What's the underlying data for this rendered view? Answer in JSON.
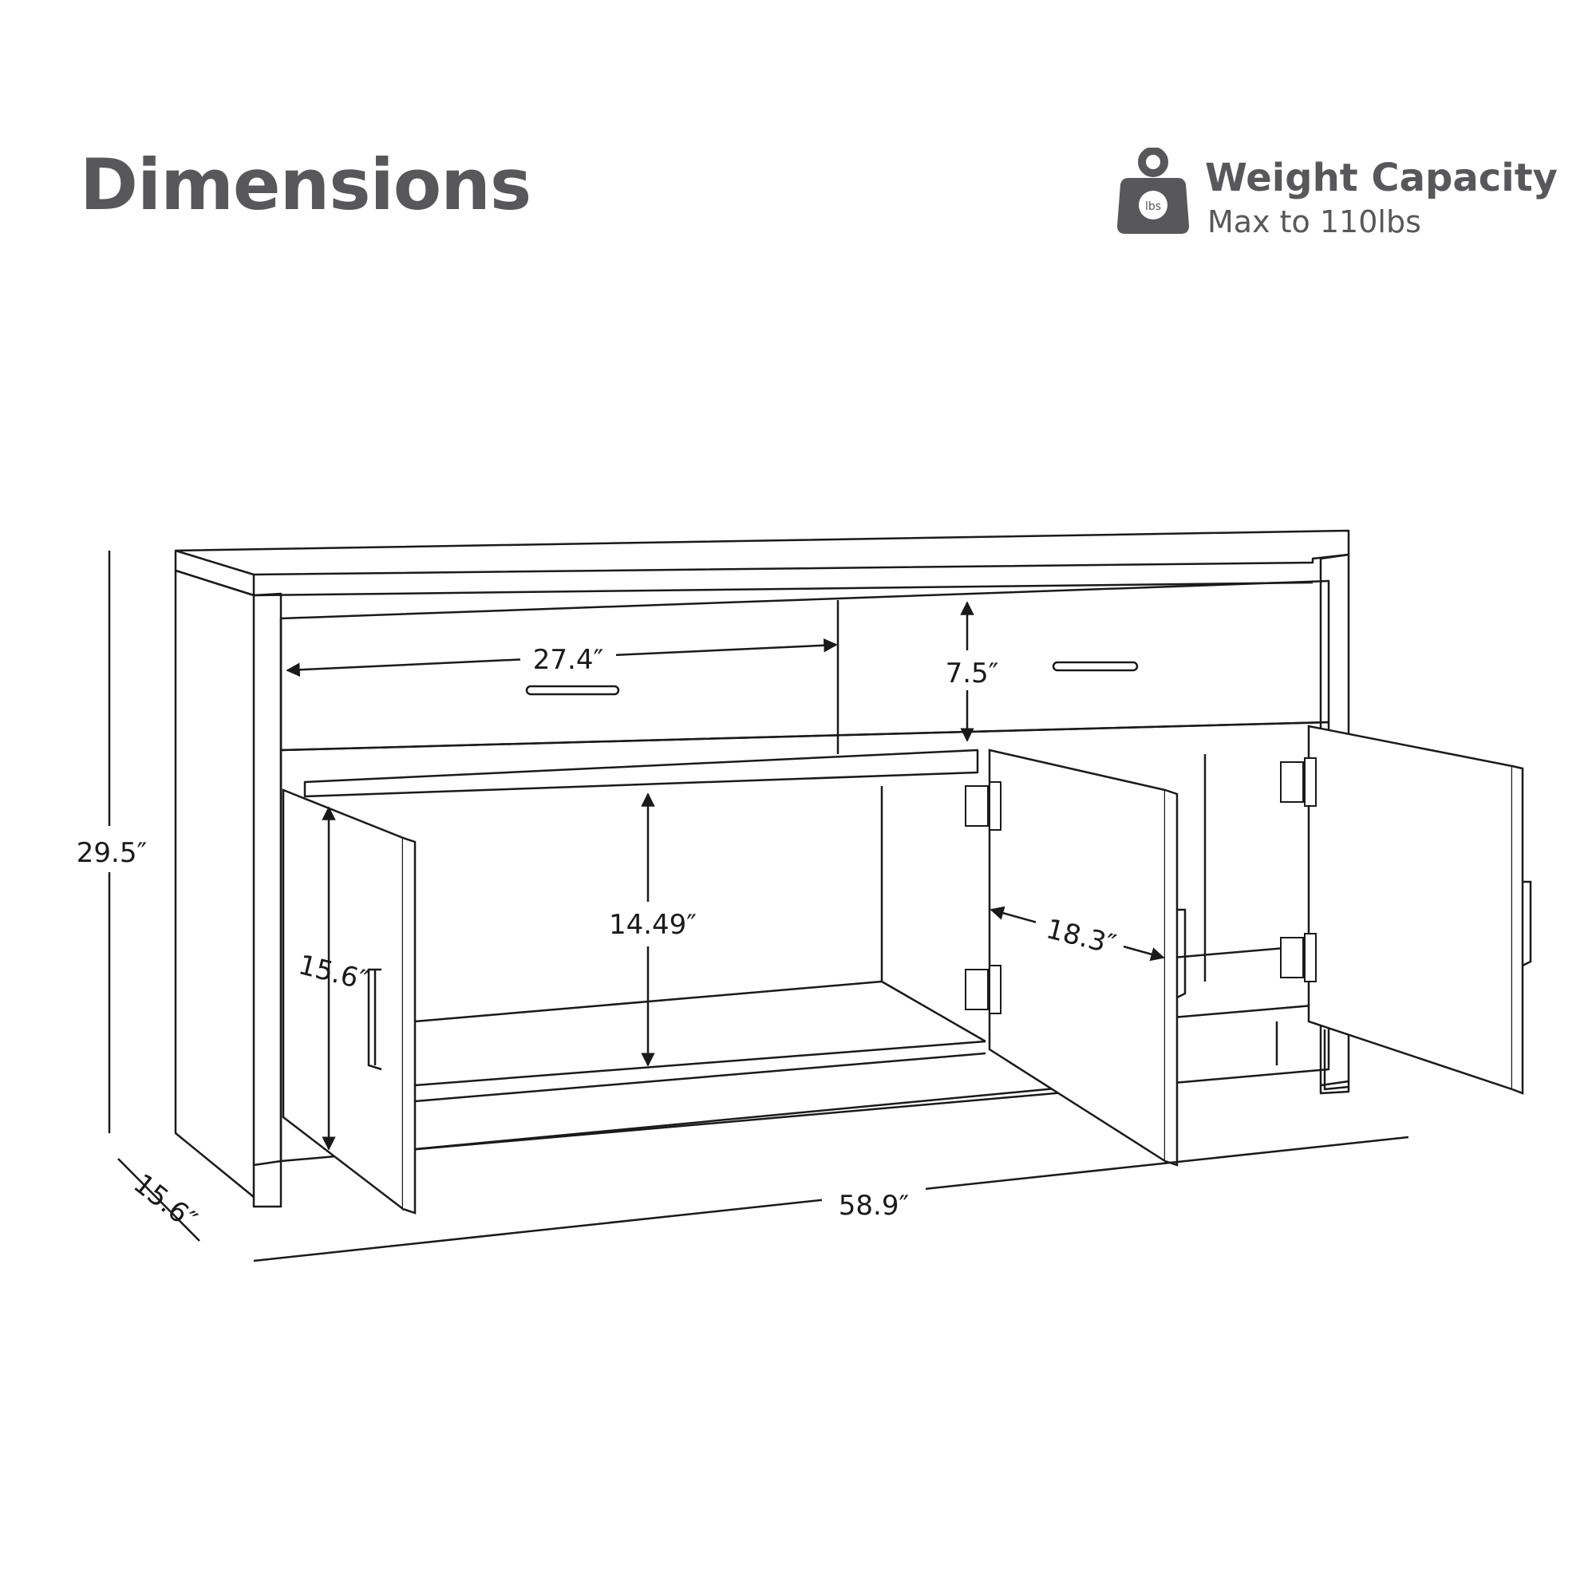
{
  "title": "Dimensions",
  "weight": {
    "icon": "weight-lbs-icon",
    "icon_label": "lbs",
    "title": "Weight Capacity",
    "subtitle": "Max to 110lbs"
  },
  "dimensions": {
    "height": "29.5″",
    "depth": "15.6″",
    "width": "58.9″",
    "drawer_width": "27.4″",
    "drawer_height": "7.5″",
    "cabinet_height": "14.49″",
    "door_height": "15.6″",
    "door_width": "18.3″"
  },
  "colors": {
    "text": "#58585a",
    "line": "#1a1a1a",
    "background": "#ffffff"
  }
}
